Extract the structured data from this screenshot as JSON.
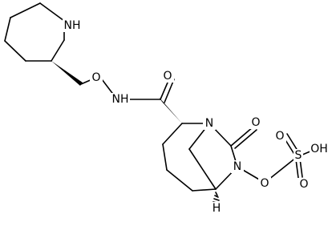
{
  "molecule": {
    "atom_labels": {
      "n_piperidine": "NH",
      "o_ether": "O",
      "n_amide": "NH",
      "o_amide": "O",
      "n_bridge": "N",
      "o_urea": "O",
      "n_ring": "N",
      "o_sulfate_link": "O",
      "s_sulfur": "S",
      "o_sulfonyl_top": "O",
      "o_hydroxyl": "OH",
      "o_sulfonyl_bottom": "O",
      "h_stereo": "H"
    }
  }
}
